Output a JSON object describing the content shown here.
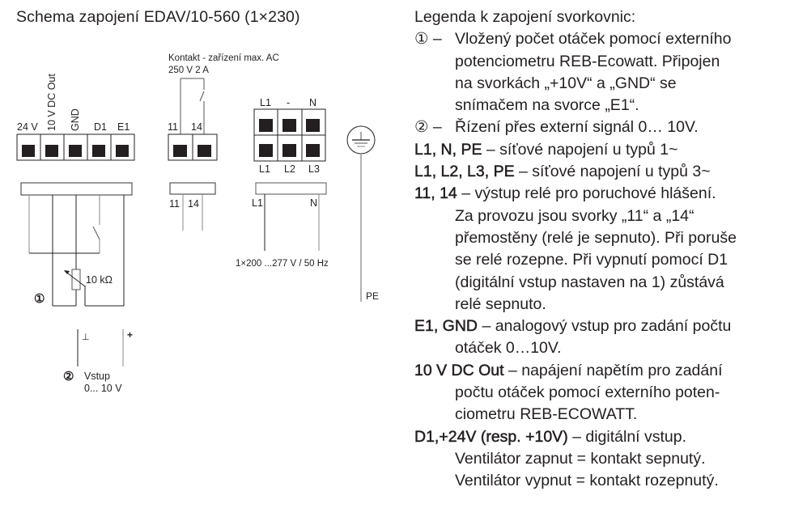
{
  "diagram": {
    "title": "Schema zapojení EDAV/10-560 (1×230)",
    "control_terminal": {
      "labels": [
        "24 V",
        "10 V DC Out",
        "GND",
        "D1",
        "E1"
      ]
    },
    "potentiometer_label": "10 kΩ",
    "marker_1": "①",
    "marker_2": "②",
    "ground_symbol": "⊥",
    "plus_symbol": "+",
    "input_label_line1": "Vstup",
    "input_label_line2": "0... 10 V",
    "relay": {
      "title_line1": "Kontakt - zařízení max. AC",
      "title_line2": "250 V 2 A",
      "labels": [
        "11",
        "14"
      ],
      "bottom_labels": [
        "11",
        "14"
      ]
    },
    "power_terminal": {
      "top_labels": [
        "L1",
        "-",
        "N"
      ],
      "bottom_labels": [
        "L1",
        "L2",
        "L3"
      ],
      "line_labels": [
        "L1",
        "N"
      ],
      "supply_label": "1×200 ...277 V / 50 Hz"
    },
    "pe_label": "PE",
    "icons": [
      "earth-ground-icon",
      "relay-switch-icon",
      "variable-resistor-icon",
      "switch-icon"
    ]
  },
  "legend": {
    "heading": "Legenda k zapojení svorkovnic:",
    "items": [
      {
        "mark": "① –",
        "lines": [
          "Vložený počet otáček pomocí externího",
          "potenciometru REB-Ecowatt. Připojen",
          "na svorkách „+10V“ a „GND“ se",
          "snímačem na svorce „E1“."
        ]
      },
      {
        "mark": "② –",
        "lines": [
          "Řízení přes externí signál 0… 10V."
        ]
      },
      {
        "key": "L1, N, PE",
        "text": " – síťové napojení u typů 1~",
        "lines": []
      },
      {
        "key": "L1, L2, L3, PE",
        "text": " – síťové napojení u typů 3~",
        "lines": []
      },
      {
        "key": "11, 14",
        "text": " – výstup relé pro poruchové hlášení.",
        "lines": [
          "Za provozu jsou svorky „11“ a „14“",
          "přemostěny (relé je sepnuto). Při poruše",
          "se relé rozepne. Při vypnutí pomocí D1",
          "(digitální vstup nastaven na 1) zůstává",
          "relé sepnuto."
        ]
      },
      {
        "key": "E1, GND",
        "text": " – analogový vstup pro zadání počtu",
        "lines": [
          "otáček 0…10V."
        ]
      },
      {
        "key": "10 V DC Out",
        "text": " – napájení napětím pro zadání",
        "lines": [
          "počtu otáček pomocí externího poten-",
          "ciometru REB-ECOWATT."
        ]
      },
      {
        "key": "D1,+24V (resp. +10V)",
        "text": " – digitální vstup.",
        "lines": [
          "Ventilátor zapnut = kontakt sepnutý.",
          "Ventilátor vypnut = kontakt rozepnutý."
        ]
      }
    ]
  }
}
